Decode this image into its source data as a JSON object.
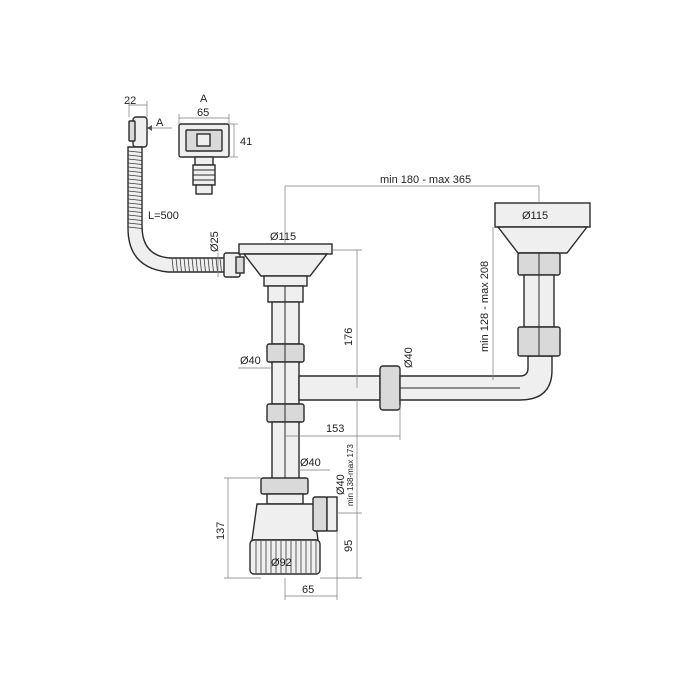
{
  "labels": {
    "hose_width": "22",
    "view_a_arrow": "A",
    "view_a_title": "A",
    "view_a_width": "65",
    "view_a_height": "41",
    "hose_length": "L=500",
    "overflow_diameter": "Ø25",
    "left_strainer": "Ø115",
    "right_strainer": "Ø115",
    "center_distance": "min 180 - max 365",
    "right_height": "min 128 - max 208",
    "height_176": "176",
    "left_pipe": "Ø40",
    "branch_pipe": "Ø40",
    "horizontal_153": "153",
    "lower_pipe": "Ø40",
    "outlet_pipe": "Ø40",
    "outlet_height": "min 138-max 173",
    "trap_height": "137",
    "outlet_95": "95",
    "trap_diameter": "Ø92",
    "trap_width": "65"
  }
}
